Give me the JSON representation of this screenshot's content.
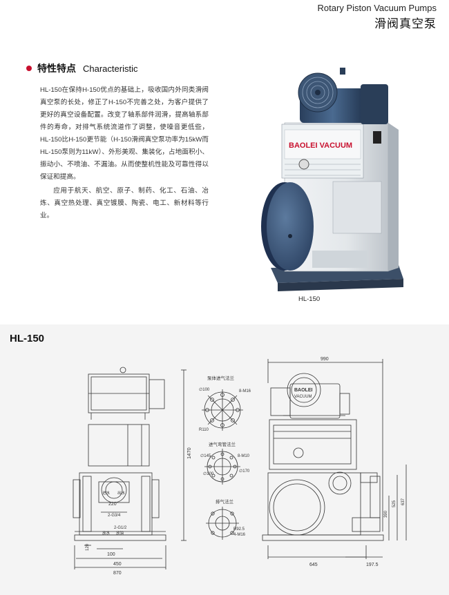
{
  "header": {
    "title_en": "Rotary Piston Vacuum Pumps",
    "title_cn": "滑阀真空泵"
  },
  "section": {
    "title_cn": "特性特点",
    "title_en": "Characteristic",
    "paragraph1": "HL-150在保持H-150优点的基础上，吸收国内外同类滑阀真空泵的长处，修正了H-150不完善之处，为客户提供了更好的真空设备配置。改变了轴系部件润滑，提高轴系部件的寿命，对排气系统流道作了调整，使噪音更低些，HL-150比H-150更节能（H-150滑阀真空泵功率为15kW而HL-150泵则为11kW）、外形美观、集装化，占地面积小、振动小、不喷油、不漏油。从而使整机性能及可靠性得以保证和提高。",
    "paragraph2": "应用于航天、航空、原子、制药、化工、石油、冶炼、真空热处理、真空镀膜、陶瓷、电工、新材料等行业。"
  },
  "photo": {
    "brand_text": "BAOLEI  VACUUM",
    "caption": "HL-150"
  },
  "drawing": {
    "model": "HL-150",
    "flange1_title": "泵体进气法兰",
    "flange1_d": "∅100",
    "flange1_r": "R110",
    "flange1_bolts": "8-M16",
    "flange2_title": "进气弯管法兰",
    "flange2_d145": "∅145",
    "flange2_bolts": "8-M10",
    "flange2_d100": "∅100",
    "flange2_d170": "∅170",
    "flange3_title": "排气法兰",
    "flange3_r": "R92.5",
    "flange3_bolts": "4-M16",
    "dim_220": "220",
    "dim_1470": "1470",
    "dim_100": "100",
    "dim_120": "120",
    "dim_450": "450",
    "dim_870": "870",
    "label_water_in": "进水",
    "label_water_out": "出水",
    "label_g34": "2-G3/4",
    "label_g12": "2-G1/2",
    "label_drain1": "放水",
    "label_drain2": "放油",
    "dim_990": "990",
    "dim_637": "637",
    "dim_525": "525",
    "dim_390": "390",
    "dim_645": "645",
    "dim_1975": "197.5",
    "motor_brand": "BAOLEI",
    "motor_brand2": "VACUUM"
  },
  "colors": {
    "accent_red": "#c8102e",
    "motor_blue": "#2f4766",
    "body_white": "#e8ebee",
    "panel_gray": "#f4f4f4"
  }
}
